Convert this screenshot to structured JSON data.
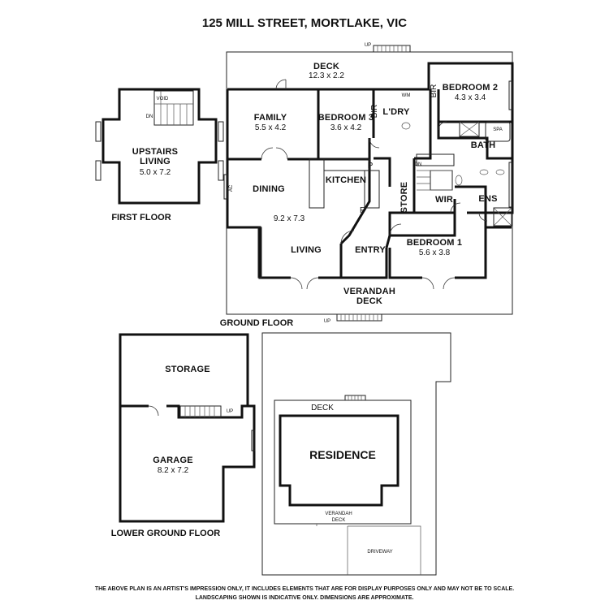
{
  "title": "125 MILL STREET, MORTLAKE, VIC",
  "floors": {
    "first": "FIRST FLOOR",
    "ground": "GROUND FLOOR",
    "lower": "LOWER GROUND FLOOR"
  },
  "rooms": {
    "deck": {
      "name": "DECK",
      "dim": "12.3 x 2.2"
    },
    "bedroom2": {
      "name": "BEDROOM 2",
      "dim": "4.3 x 3.4"
    },
    "family": {
      "name": "FAMILY",
      "dim": "5.5 x 4.2"
    },
    "bedroom3": {
      "name": "BEDROOM 3",
      "dim": "3.6 x 4.2"
    },
    "ldry": {
      "name": "L'DRY"
    },
    "bath": {
      "name": "BATH"
    },
    "spa": {
      "name": "SPA"
    },
    "dining": {
      "name": "DINING"
    },
    "kitchen": {
      "name": "KITCHEN"
    },
    "living_dim": {
      "dim": "9.2 x 7.3"
    },
    "living": {
      "name": "LIVING"
    },
    "store": {
      "name": "STORE"
    },
    "wir": {
      "name": "WIR"
    },
    "ens": {
      "name": "ENS"
    },
    "bedroom1": {
      "name": "BEDROOM 1",
      "dim": "5.6 x 3.8"
    },
    "entry": {
      "name": "ENTRY"
    },
    "verandah": {
      "line1": "VERANDAH",
      "line2": "DECK"
    },
    "upstairs": {
      "line1": "UPSTAIRS",
      "line2": "LIVING",
      "dim": "5.0 x 7.2"
    },
    "void": {
      "name": "VOID"
    },
    "storage": {
      "name": "STORAGE"
    },
    "garage": {
      "name": "GARAGE",
      "dim": "8.2 x 7.2"
    }
  },
  "fixtures": {
    "bir": "BIR",
    "wm": "WM",
    "p": "P",
    "f": "F",
    "ac": "AC",
    "up": "UP",
    "dn": "DN"
  },
  "site": {
    "deck": "DECK",
    "residence": "RESIDENCE",
    "verandah_line1": "VERANDAH",
    "verandah_line2": "DECK",
    "driveway": "DRIVEWAY"
  },
  "disclaimer": {
    "line1": "THE ABOVE PLAN IS AN ARTIST'S IMPRESSION ONLY, IT INCLUDES ELEMENTS THAT ARE FOR DISPLAY PURPOSES ONLY AND MAY NOT BE TO SCALE.",
    "line2": "LANDSCAPING SHOWN IS INDICATIVE ONLY. DIMENSIONS ARE APPROXIMATE."
  }
}
